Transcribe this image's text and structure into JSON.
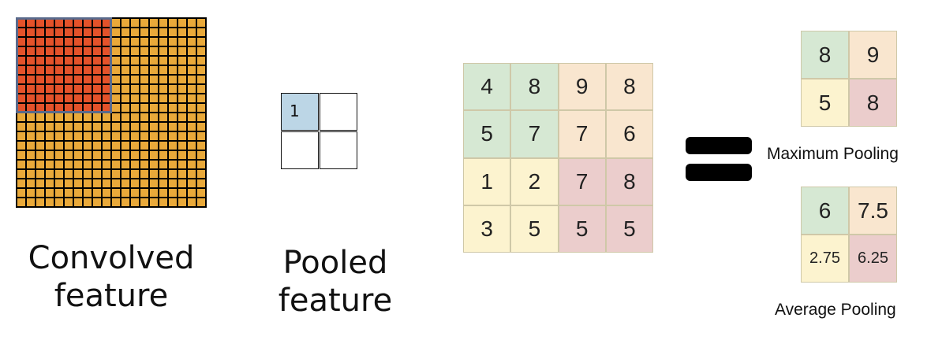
{
  "convolved": {
    "caption_line1": "Convolved",
    "caption_line2": "feature",
    "grid_size": 20,
    "window_size": 10
  },
  "pooled": {
    "caption_line1": "Pooled",
    "caption_line2": "feature",
    "cells": [
      "1",
      "",
      "",
      ""
    ]
  },
  "input_matrix": {
    "rows": [
      [
        "4",
        "8",
        "9",
        "8"
      ],
      [
        "5",
        "7",
        "7",
        "6"
      ],
      [
        "1",
        "2",
        "7",
        "8"
      ],
      [
        "3",
        "5",
        "5",
        "5"
      ]
    ],
    "quadrant_colors": {
      "top_left": "#d6e8d3",
      "top_right": "#f9e6cf",
      "bottom_left": "#fcf3cf",
      "bottom_right": "#ebcdcc"
    }
  },
  "max_pooling": {
    "label": "Maximum Pooling",
    "cells": [
      "8",
      "9",
      "5",
      "8"
    ]
  },
  "average_pooling": {
    "label": "Average Pooling",
    "cells": [
      "6",
      "7.5",
      "2.75",
      "6.25"
    ]
  },
  "colors": {
    "conv_cell": "#e9a93a",
    "conv_window": "#e4522a",
    "pooled_first": "#bcd6e6"
  }
}
